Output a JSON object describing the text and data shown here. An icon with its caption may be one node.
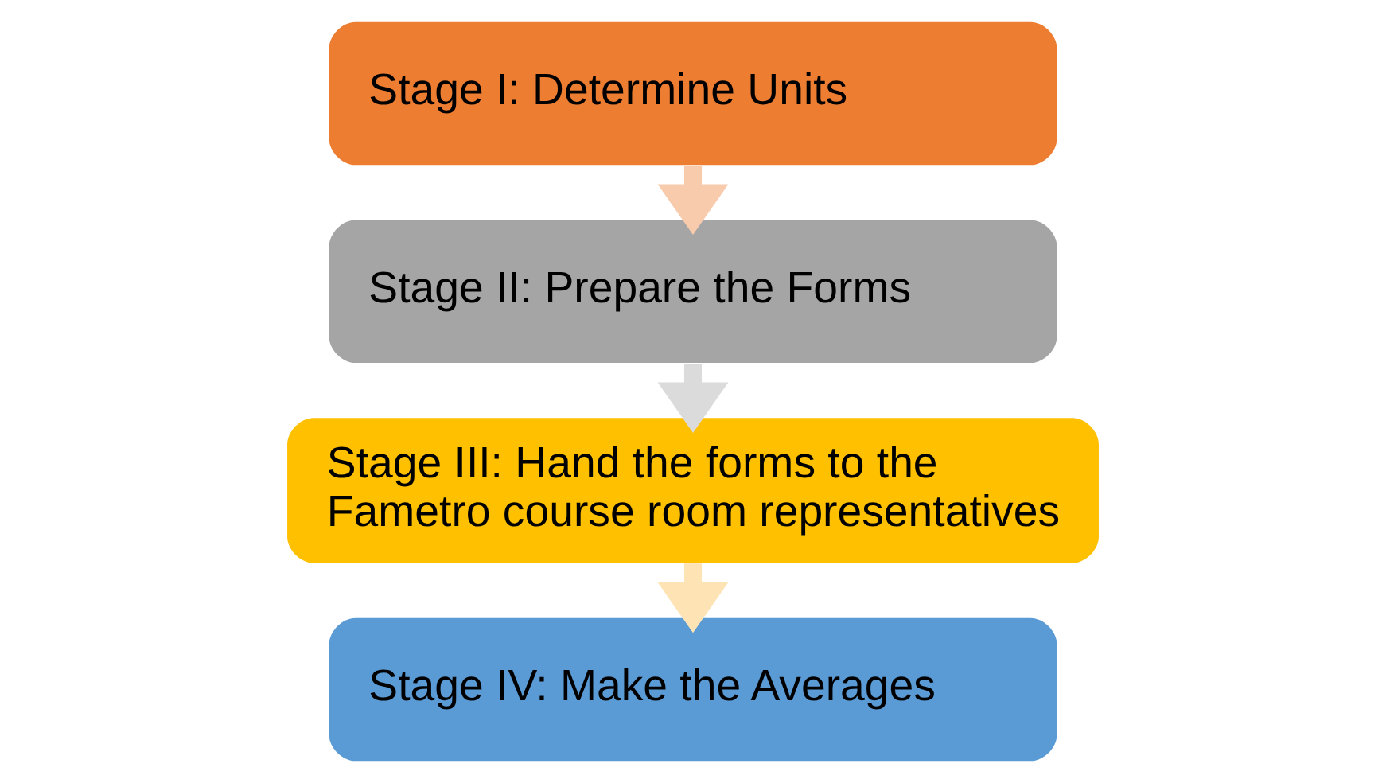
{
  "diagram": {
    "nodes": [
      {
        "text": [
          "Stage I: Determine Units"
        ]
      },
      {
        "text": [
          "Stage II: Prepare the Forms"
        ]
      },
      {
        "text": [
          "Stage III: Hand the forms to the Fametro course room representatives"
        ]
      },
      {
        "text": [
          "Stage IV: Make the Averages"
        ]
      }
    ],
    "edges": [
      {
        "from": 0,
        "to": 1,
        "arrow": "to",
        "color": "#f8cbad"
      },
      {
        "from": 1,
        "to": 2,
        "arrow": "to",
        "color": "#dbdbdb"
      },
      {
        "from": 2,
        "to": 3,
        "arrow": "to",
        "color": "#fee3b5"
      }
    ]
  }
}
